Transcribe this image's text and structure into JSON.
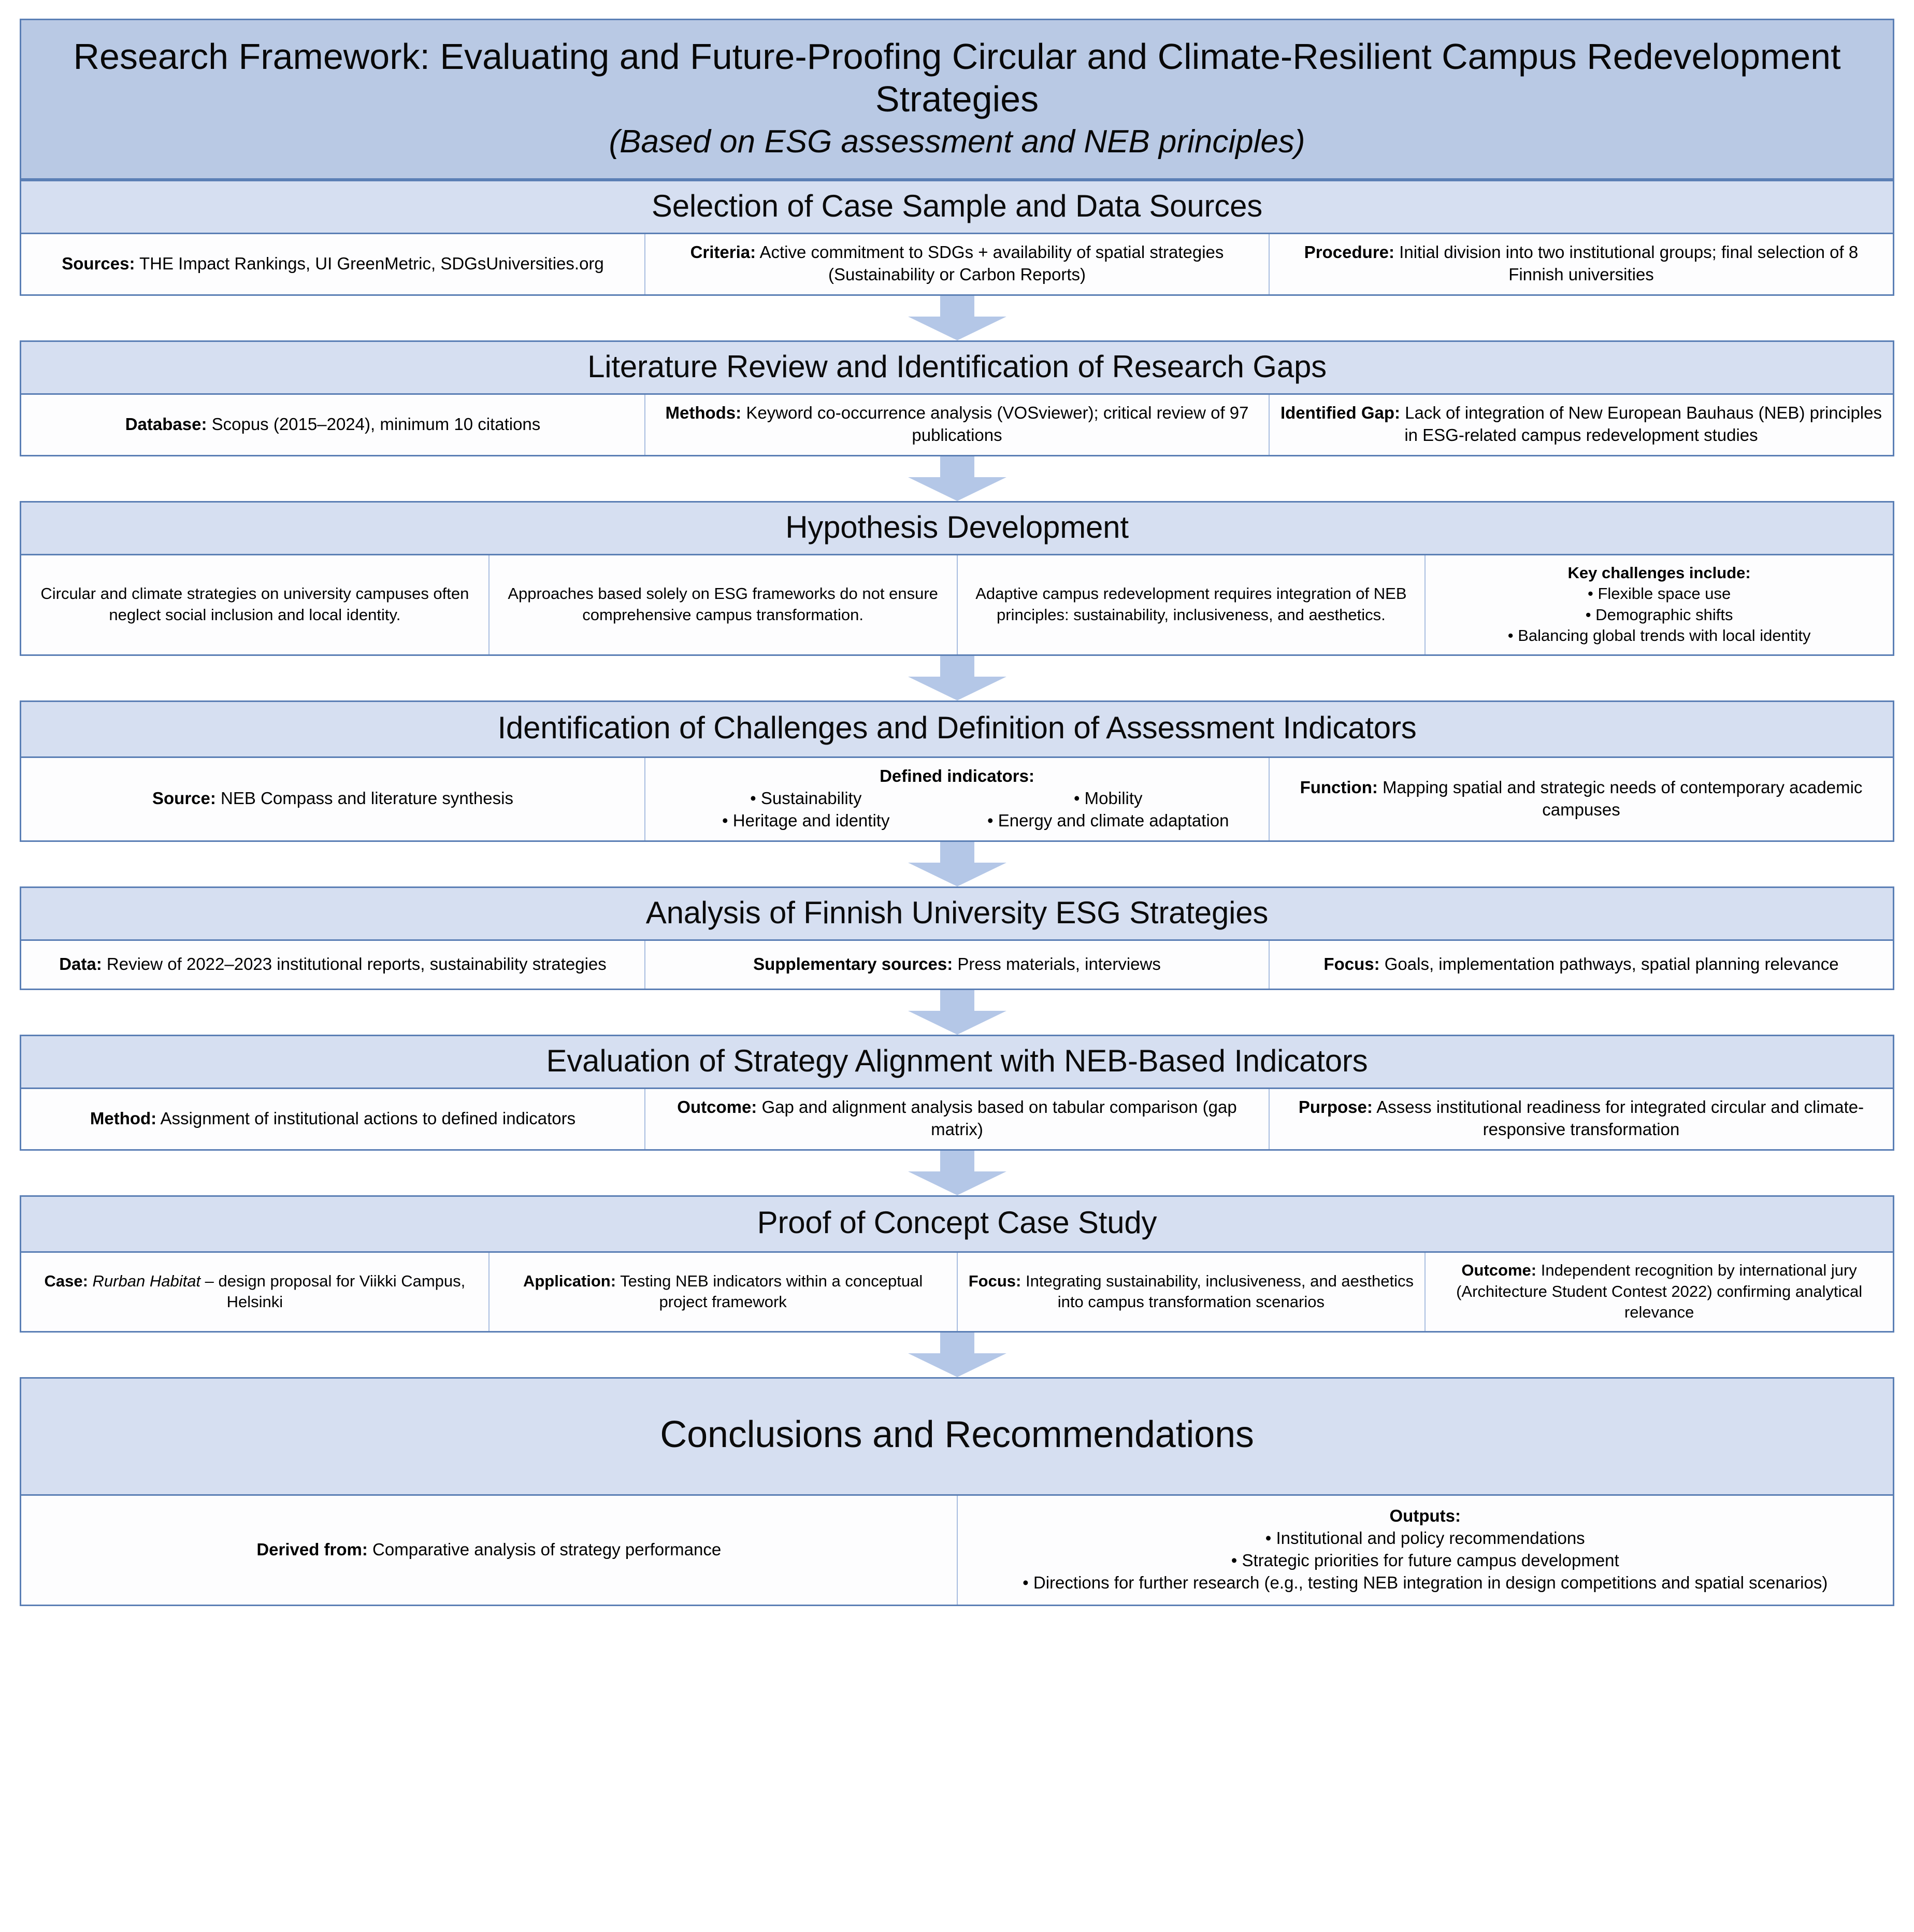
{
  "theme": {
    "root_fill": "#b9c9e4",
    "header_fill": "#d6dff1",
    "border": "#5b7fb5",
    "cell_border": "#a8bde0",
    "arrow_fill": "#b4c7e7",
    "cell_fill": "#fdfdfe",
    "text": "#0b0b0b"
  },
  "root": {
    "title": "Research Framework: Evaluating and Future-Proofing Circular and Climate-Resilient Campus Redevelopment Strategies",
    "subtitle": "(Based on ESG assessment and NEB principles)"
  },
  "stages": [
    {
      "id": "selection",
      "title": "Selection of Case Sample and Data Sources",
      "cells": [
        {
          "label": "Sources:",
          "text": " THE Impact Rankings, UI GreenMetric, SDGsUniversities.org"
        },
        {
          "label": "Criteria:",
          "text": " Active commitment to SDGs + availability of spatial strategies (Sustainability or Carbon Reports)"
        },
        {
          "label": "Procedure:",
          "text": " Initial division into two institutional groups; final selection of 8 Finnish universities"
        }
      ]
    },
    {
      "id": "literature",
      "title": "Literature Review and Identification of Research Gaps",
      "cells": [
        {
          "label": "Database:",
          "text": " Scopus (2015–2024), minimum 10 citations"
        },
        {
          "label": "Methods:",
          "text": " Keyword co-occurrence analysis (VOSviewer); critical review of 97 publications"
        },
        {
          "label": "Identified Gap:",
          "text": " Lack of integration of New European Bauhaus (NEB) principles in ESG-related campus redevelopment studies"
        }
      ]
    },
    {
      "id": "hypothesis",
      "title": "Hypothesis Development",
      "cells": [
        {
          "label": "",
          "text": "Circular and climate strategies on university campuses often neglect social inclusion and local identity."
        },
        {
          "label": "",
          "text": "Approaches based solely on ESG frameworks do not ensure comprehensive campus transformation."
        },
        {
          "label": "",
          "text": "Adaptive campus redevelopment requires integration of NEB principles: sustainability, inclusiveness, and aesthetics."
        },
        {
          "label": "",
          "text": "",
          "bullet_head": "Key challenges include:",
          "bullets": [
            "Flexible space use",
            "Demographic shifts",
            "Balancing global trends with local identity"
          ]
        }
      ]
    },
    {
      "id": "indicators",
      "title": "Identification of Challenges and Definition of Assessment Indicators",
      "cells": [
        {
          "label": "Source:",
          "text": " NEB Compass and literature synthesis"
        },
        {
          "label": "",
          "text": "",
          "bullet_head": "Defined indicators:",
          "bullets_left": [
            "Sustainability",
            "Heritage and identity"
          ],
          "bullets_right": [
            "Mobility",
            "Energy and climate adaptation"
          ]
        },
        {
          "label": "Function:",
          "text": " Mapping spatial and strategic needs of contemporary academic campuses"
        }
      ]
    },
    {
      "id": "analysis",
      "title": "Analysis of Finnish University ESG Strategies",
      "cells": [
        {
          "label": "Data:",
          "text": " Review of 2022–2023 institutional reports, sustainability strategies"
        },
        {
          "label": "Supplementary sources:",
          "text": " Press materials, interviews"
        },
        {
          "label": "Focus:",
          "text": " Goals, implementation pathways, spatial planning relevance"
        }
      ]
    },
    {
      "id": "evaluation",
      "title": "Evaluation of Strategy Alignment with NEB-Based Indicators",
      "cells": [
        {
          "label": "Method:",
          "text": " Assignment of institutional actions to defined indicators"
        },
        {
          "label": "Outcome:",
          "text": " Gap and alignment analysis based on tabular comparison (gap matrix)"
        },
        {
          "label": "Purpose:",
          "text": " Assess institutional readiness for integrated circular and climate-responsive transformation"
        }
      ]
    },
    {
      "id": "proof",
      "title": "Proof of Concept Case Study",
      "cells": [
        {
          "label": "Case:",
          "italic": " Rurban Habitat",
          "text": " – design proposal for Viikki Campus, Helsinki"
        },
        {
          "label": "Application:",
          "text": " Testing NEB indicators within a conceptual project framework"
        },
        {
          "label": "Focus:",
          "text": " Integrating sustainability, inclusiveness, and aesthetics into campus transformation scenarios"
        },
        {
          "label": "Outcome:",
          "text": " Independent recognition by international jury (Architecture Student Contest 2022) confirming analytical relevance"
        }
      ]
    },
    {
      "id": "conclusions",
      "title": "Conclusions and Recommendations",
      "cells": [
        {
          "label": "Derived from:",
          "text": " Comparative analysis of strategy performance"
        },
        {
          "label": "",
          "text": "",
          "bullet_head": "Outputs:",
          "bullets": [
            "Institutional and policy recommendations",
            "Strategic priorities for future campus development",
            "Directions for further research (e.g., testing NEB integration in design competitions and spatial scenarios)"
          ]
        }
      ]
    }
  ],
  "arrows": {
    "glyph": "down-arrow",
    "count": 7
  }
}
